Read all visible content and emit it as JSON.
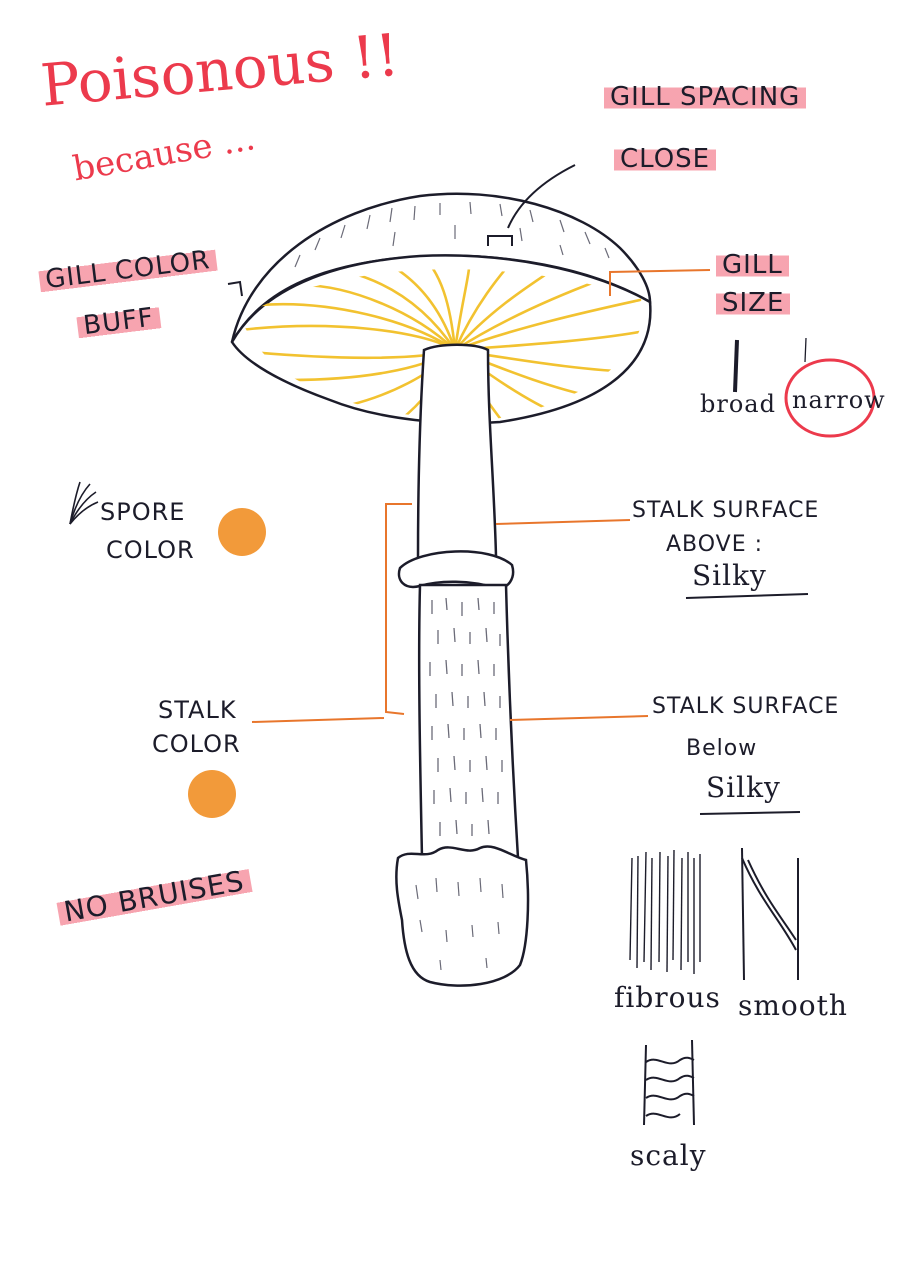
{
  "title": "Poisonous !!",
  "subtitle": "because ...",
  "labels": {
    "gill_spacing": "GILL SPACING",
    "gill_spacing_value": "CLOSE",
    "gill_color": "GILL COLOR",
    "gill_color_value": "BUFF",
    "gill_size": "GILL",
    "gill_size_2": "SIZE",
    "broad": "broad",
    "narrow": "narrow",
    "spore_color_1": "SPORE",
    "spore_color_2": "COLOR",
    "stalk_above_1": "STALK SURFACE",
    "stalk_above_2": "ABOVE :",
    "stalk_above_value": "Silky",
    "stalk_color_1": "STALK",
    "stalk_color_2": "COLOR",
    "stalk_below_1": "STALK SURFACE",
    "stalk_below_2": "Below",
    "stalk_below_value": "Silky",
    "no_bruises": "NO BRUISES",
    "fibrous": "fibrous",
    "smooth": "smooth",
    "scaly": "scaly"
  },
  "colors": {
    "title": "#ec3a4c",
    "highlight": "#f05a6e",
    "gills": "#f2c230",
    "leader_lines": "#e8762c",
    "spore_dot": "#f29a3a",
    "stalk_dot": "#f29a3a",
    "ink": "#1c1c2a"
  },
  "icons": {
    "spore_icon": "feather-strokes-icon",
    "selected_gill_size": "narrow"
  }
}
